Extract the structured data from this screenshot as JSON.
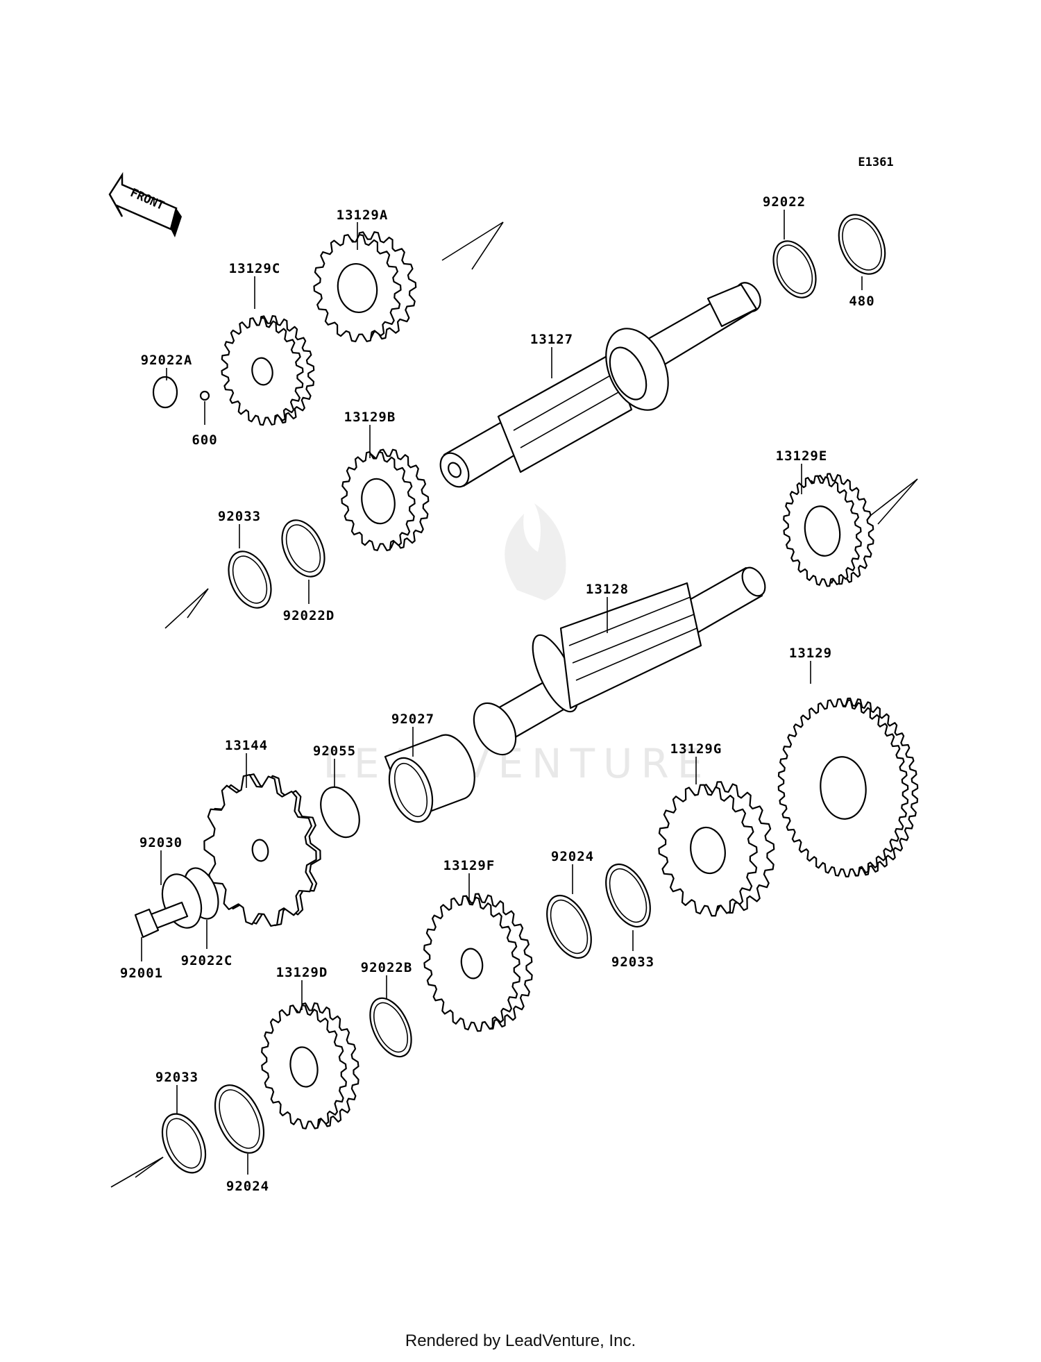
{
  "diagram_code": "E1361",
  "front_label": "FRONT",
  "watermark": "LEADVENTURE",
  "footer": "Rendered by LeadVenture, Inc.",
  "labels": {
    "p13129A": "13129A",
    "p13129C": "13129C",
    "p92022A": "92022A",
    "p600": "600",
    "p13127": "13127",
    "p92022": "92022",
    "p480": "480",
    "p13129B": "13129B",
    "p92033a": "92033",
    "p92022D": "92022D",
    "p13129E": "13129E",
    "p13128": "13128",
    "p13129": "13129",
    "p92027": "92027",
    "p13144": "13144",
    "p92055": "92055",
    "p13129G": "13129G",
    "p92030": "92030",
    "p92001": "92001",
    "p92022C": "92022C",
    "p92024a": "92024",
    "p13129F": "13129F",
    "p92033b": "92033",
    "p92022B": "92022B",
    "p13129D": "13129D",
    "p92033c": "92033",
    "p92024b": "92024"
  }
}
